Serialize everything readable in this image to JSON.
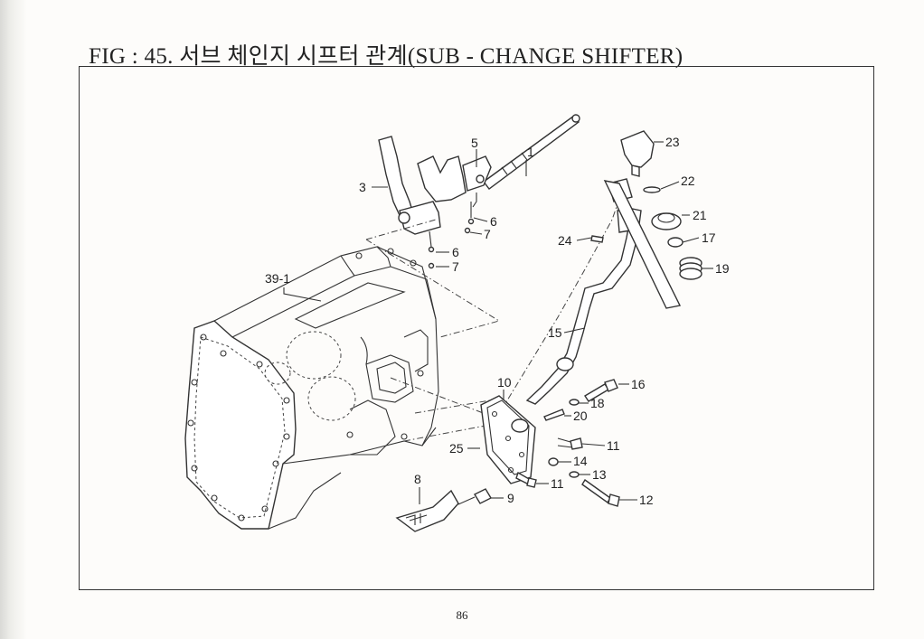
{
  "header": {
    "title": "FIG : 45. 서브 체인지 시프터 관계(SUB - CHANGE SHIFTER)"
  },
  "page": {
    "number": "86"
  },
  "callouts": [
    "1",
    "3",
    "5",
    "6",
    "7",
    "6",
    "7",
    "39-1",
    "8",
    "9",
    "10",
    "11",
    "11",
    "12",
    "13",
    "14",
    "15",
    "16",
    "18",
    "20",
    "23",
    "22",
    "21",
    "17",
    "19",
    "24",
    "25"
  ]
}
